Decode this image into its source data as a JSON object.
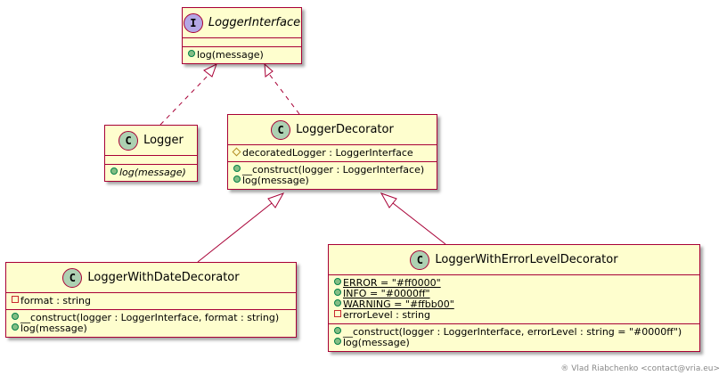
{
  "logger_interface": {
    "stereotype": "I",
    "name": "LoggerInterface",
    "methods": [
      "log(message)"
    ]
  },
  "logger": {
    "stereotype": "C",
    "name": "Logger",
    "methods": [
      "log(message)"
    ]
  },
  "logger_decorator": {
    "stereotype": "C",
    "name": "LoggerDecorator",
    "fields": [
      "decoratedLogger : LoggerInterface"
    ],
    "methods": [
      "__construct(logger : LoggerInterface)",
      "log(message)"
    ]
  },
  "date_decorator": {
    "stereotype": "C",
    "name": "LoggerWithDateDecorator",
    "fields": [
      "format : string"
    ],
    "methods": [
      "__construct(logger : LoggerInterface, format : string)",
      "log(message)"
    ]
  },
  "error_decorator": {
    "stereotype": "C",
    "name": "LoggerWithErrorLevelDecorator",
    "constants": [
      "ERROR = \"#ff0000\"",
      "INFO = \"#0000ff\"",
      "WARNING = \"#ffbb00\""
    ],
    "fields": [
      "errorLevel : string"
    ],
    "methods": [
      "__construct(logger : LoggerInterface, errorLevel : string = \"#0000ff\")",
      "log(message)"
    ]
  },
  "copyright": "® Vlad Riabchenko <contact@vria.eu>",
  "colors": {
    "class_fill": "#fefece",
    "class_border": "#a80036",
    "class_badge": "#add1b2",
    "interface_badge": "#b4a7e5"
  }
}
